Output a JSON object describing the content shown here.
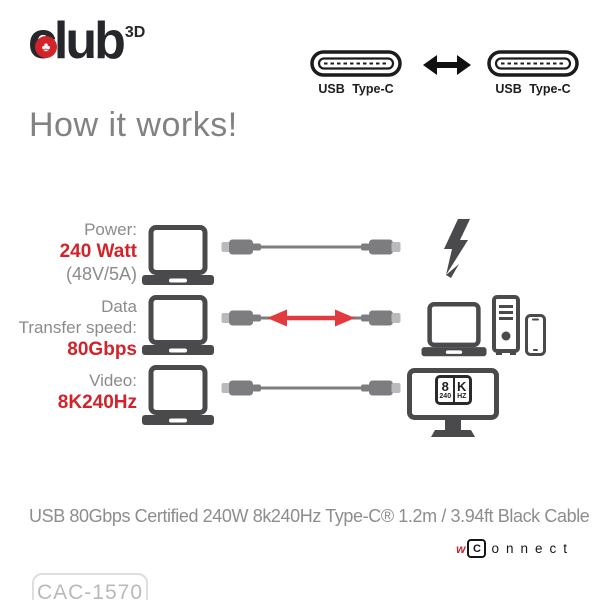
{
  "brand": {
    "logo_text": "club",
    "logo_sup": "3D",
    "club_symbol": "♣"
  },
  "header_connectors": {
    "left_label": "USB Type-C",
    "right_label": "USB Type-C",
    "arrow_icon": "double-headed-arrow"
  },
  "heading": "How it works!",
  "rows": [
    {
      "label_lines": [
        "Power:"
      ],
      "value": "240 Watt",
      "sub": "(48V/5A)",
      "left_icon": "laptop",
      "cable_icon": "usb-c-cable",
      "right_icon": "lightning-bolt"
    },
    {
      "label_lines": [
        "Data",
        "Transfer speed:"
      ],
      "value": "80Gbps",
      "left_icon": "laptop",
      "cable_icon": "usb-c-cable-red-double-arrow",
      "right_icon": "laptop-desktop-tower-smartphone"
    },
    {
      "label_lines": [
        "Video:"
      ],
      "value": "8K240Hz",
      "left_icon": "laptop",
      "cable_icon": "usb-c-cable",
      "right_icon": "monitor-with-8k240hz-badge"
    }
  ],
  "monitor_badge": {
    "res_big": "8",
    "res_small": "240",
    "unit_big": "K",
    "unit_small": "HZ"
  },
  "footer": {
    "description": "USB 80Gbps Certified 240W 8k240Hz Type-C® 1.2m / 3.94ft Black Cable",
    "tagline": {
      "prefix": "w",
      "boxed": "C",
      "rest": "onnect"
    },
    "product_code": "CAC-1570"
  },
  "colors": {
    "accent_red": "#d2232a",
    "arrow_red": "#e23a3e",
    "icon_gray": "#4a4a4c",
    "cable_gray": "#7d7d7f",
    "cable_tip_gray": "#b9babc",
    "label_gray": "#8a8b8d",
    "heading_gray": "#828282",
    "footer_gray": "#8d8d8f",
    "code_gray": "#b9b9b9",
    "outline_black": "#1c1c1c"
  }
}
